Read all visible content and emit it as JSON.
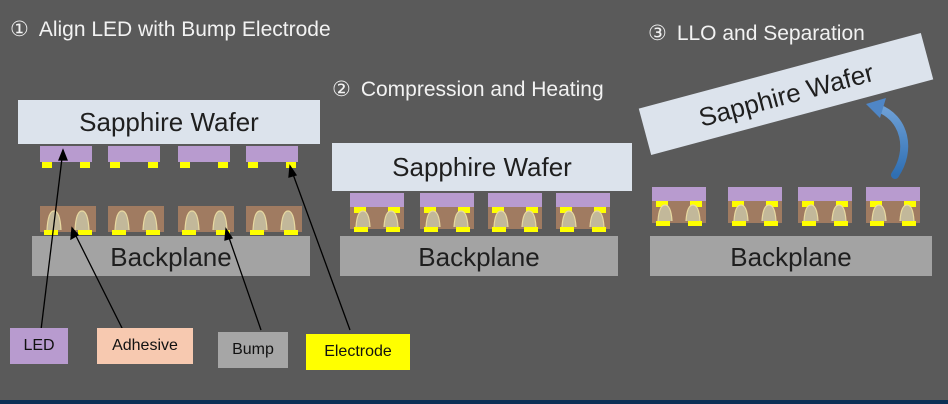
{
  "steps": [
    {
      "number": "①",
      "title": "Align LED with Bump Electrode"
    },
    {
      "number": "②",
      "title": "Compression and Heating"
    },
    {
      "number": "③",
      "title": "LLO and Separation"
    }
  ],
  "labels": {
    "sapphire": "Sapphire Wafer",
    "backplane": "Backplane"
  },
  "legend": [
    {
      "label": "LED",
      "color": "#b89bcf"
    },
    {
      "label": "Adhesive",
      "color": "#f7c9b0"
    },
    {
      "label": "Bump",
      "color": "#a6a6a6"
    },
    {
      "label": "Electrode",
      "color": "#ffff00"
    }
  ],
  "colors": {
    "background": "#5a5a5a",
    "wafer": "#dce3ec",
    "backplane": "#a3a3a3",
    "led": "#b89bcf",
    "electrode": "#ffff00",
    "adhesive": "#a07b61",
    "bump": "#c2b89a",
    "arrow": "#4f86c6"
  }
}
